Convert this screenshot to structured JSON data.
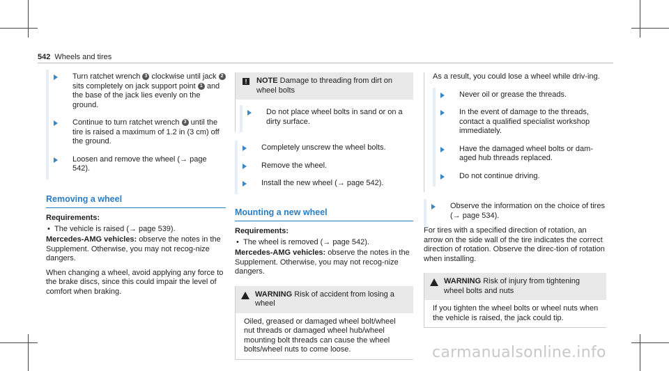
{
  "header": {
    "page_number": "542",
    "section_title": "Wheels and tires"
  },
  "col1": {
    "steps": [
      {
        "parts": [
          "Turn ratchet wrench ",
          "3",
          " clockwise until jack ",
          "2",
          " sits completely on jack support point ",
          "1",
          " and the base of the jack lies evenly on the ground."
        ]
      },
      {
        "parts": [
          "Continue to turn ratchet wrench ",
          "3",
          " until the tire is raised a maximum of 1.2 in (3 cm) off the ground."
        ]
      },
      {
        "text": "Loosen and remove the wheel (→ page 542)."
      }
    ],
    "section_title": "Removing a wheel",
    "requirements_label": "Requirements:",
    "requirement": "The vehicle is raised (→ page 539).",
    "amg_label": "Mercedes-AMG vehicles:",
    "amg_text": " observe the notes in the Supplement. Otherwise, you may not recog-nize dangers.",
    "para": "When changing a wheel, avoid applying any force to the brake discs, since this could impair the level of comfort when braking."
  },
  "col2": {
    "note_label": "NOTE",
    "note_text": " Damage to threading from dirt on wheel bolts",
    "note_icon": "!",
    "note_step": "Do not place wheel bolts in sand or on a dirty surface.",
    "steps": [
      "Completely unscrew the wheel bolts.",
      "Remove the wheel.",
      "Install the new wheel (→ page 542)."
    ],
    "section_title": "Mounting a new wheel",
    "requirements_label": "Requirements:",
    "requirement": "The wheel is removed (→ page 542).",
    "amg_label": "Mercedes-AMG vehicles:",
    "amg_text": " observe the notes in the Supplement. Otherwise, you may not recog-nize dangers.",
    "warning_label": "WARNING",
    "warning_text": " Risk of accident from losing a wheel",
    "warning_body": "Oiled, greased or damaged wheel bolt/wheel nut threads or damaged wheel hub/wheel mounting bolt threads can cause the wheel bolts/wheel nuts to come loose."
  },
  "col3": {
    "intro": "As a result, you could lose a wheel while driv-ing.",
    "steps": [
      "Never oil or grease the threads.",
      "In the event of damage to the threads, contact a qualified specialist workshop immediately.",
      "Have the damaged wheel bolts or dam-aged hub threads replaced.",
      "Do not continue driving."
    ],
    "observe_step": "Observe the information on the choice of tires (→ page 534).",
    "para": "For tires with a specified direction of rotation, an arrow on the side wall of the tire indicates the correct direction of rotation. Observe the direc-tion of rotation when installing.",
    "warning_label": "WARNING",
    "warning_text": " Risk of injury from tightening wheel bolts and nuts",
    "warning_body": "If you tighten the wheel bolts or wheel nuts when the vehicle is raised, the jack could tip."
  },
  "watermark": "carmanualsonline.info"
}
